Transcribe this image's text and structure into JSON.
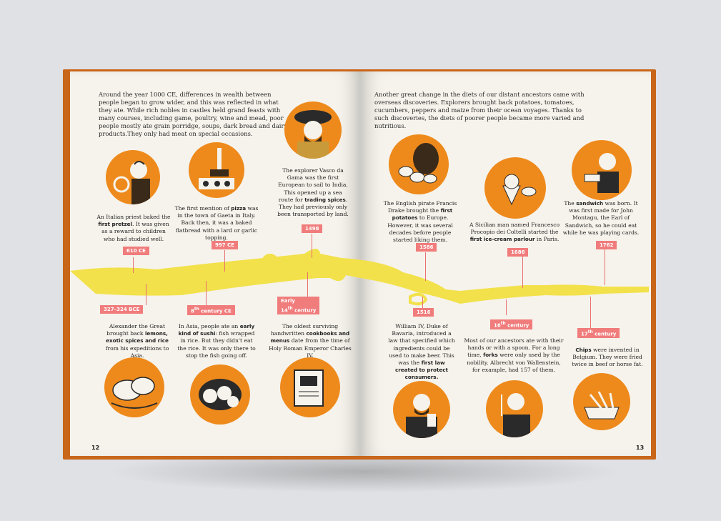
{
  "left_page": {
    "intro": "Around the year 1000 CE, differences in wealth between people began to grow wider, and this was reflected in what they ate. While rich nobles in castles held grand feasts with many courses, including game, poultry, wine and mead, poor people mostly ate grain porridge, soups, dark bread and dairy products.They only had meat on special occasions.",
    "page_number": "12",
    "events_top": [
      {
        "pre": "An Italian priest baked the ",
        "bold": "first pretzel",
        "post": ". It was given as a reward to children who had studied well.",
        "date": "610 CE"
      },
      {
        "pre": "The first mention of ",
        "bold": "pizza",
        "post": " was in the town of Gaeta in Italy. Back then, it was a baked flatbread with a lard or garlic topping.",
        "date": "997 CE"
      },
      {
        "pre": "The explorer Vasco da Gama was the first European to sail to India. This opened up a sea route for ",
        "bold": "trading spices",
        "post": ". They had previously only been transported by land.",
        "date": "1498"
      }
    ],
    "events_bottom": [
      {
        "date": "327–324 BCE",
        "pre": "Alexander the Great brought back ",
        "bold": "lemons, exotic spices and rice",
        "post": " from his expeditions to Asia."
      },
      {
        "date_main": "8",
        "date_sup": "th",
        "date_rest": " century CE",
        "pre": "In Asia, people ate an ",
        "bold": "early kind of sushi",
        "post": ": fish wrapped in rice. But they didn't eat the rice. It was only there to stop the fish going off."
      },
      {
        "date_line1": "Early",
        "date_main": "14",
        "date_sup": "th",
        "date_rest": " century",
        "pre": "The oldest surviving handwritten ",
        "bold": "cookbooks and menus",
        "post": " date from the time of Holy Roman Emperor Charles IV."
      }
    ]
  },
  "right_page": {
    "intro": "Another great change in the diets of our distant ancestors came with overseas discoveries. Explorers brought back potatoes, tomatoes, cucumbers, peppers and maize from their ocean voyages. Thanks to such discoveries, the diets of poorer people became more varied and nutritious.",
    "page_number": "13",
    "events_top": [
      {
        "pre": "The English pirate Francis Drake brought the ",
        "bold": "first potatoes",
        "post": " to Europe. However, it was several decades before people started liking them.",
        "date": "1586"
      },
      {
        "pre": "A Sicilian man named Francesco Procopio dei Coltelli started the ",
        "bold": "first ice-cream parlour",
        "post": " in Paris.",
        "date": "1686"
      },
      {
        "pre": "The ",
        "bold": "sandwich",
        "post": " was born. It was first made for John Montagu, the Earl of Sandwich, so he could eat while he was playing cards.",
        "date": "1762"
      }
    ],
    "events_bottom": [
      {
        "date": "1516",
        "pre": "William IV, Duke of Bavaria, introduced a law that specified which ingredients could be used to make beer. This was the ",
        "bold": "first law created to protect consumers.",
        "post": ""
      },
      {
        "date_main": "16",
        "date_sup": "th",
        "date_rest": " century",
        "pre": "Most of our ancestors ate with their hands or with a spoon. For a long time, ",
        "bold": "forks",
        "post": " were only used by the nobility. Albrecht von Wallenstein, for example, had 157 of them."
      },
      {
        "date_main": "17",
        "date_sup": "th",
        "date_rest": " century",
        "pre": "",
        "bold": "Chips",
        "post": " were invented in Belgium. They were fried twice in beef or horse fat."
      }
    ]
  },
  "colors": {
    "cover": "#c8661a",
    "paper": "#f6f3ec",
    "orange": "#ee8a1c",
    "timeline_yellow": "#f2e14a",
    "tag_pink": "#f07c7c",
    "ink": "#2a2a2a"
  },
  "icons": [
    "pretzel-priest-illustration",
    "pizza-baker-illustration",
    "vasco-da-gama-illustration",
    "lemons-illustration",
    "sushi-illustration",
    "cookbook-illustration",
    "potato-barrel-illustration",
    "ice-cream-parlour-illustration",
    "sandwich-earl-illustration",
    "duke-william-illustration",
    "wallenstein-fork-illustration",
    "chips-illustration"
  ]
}
